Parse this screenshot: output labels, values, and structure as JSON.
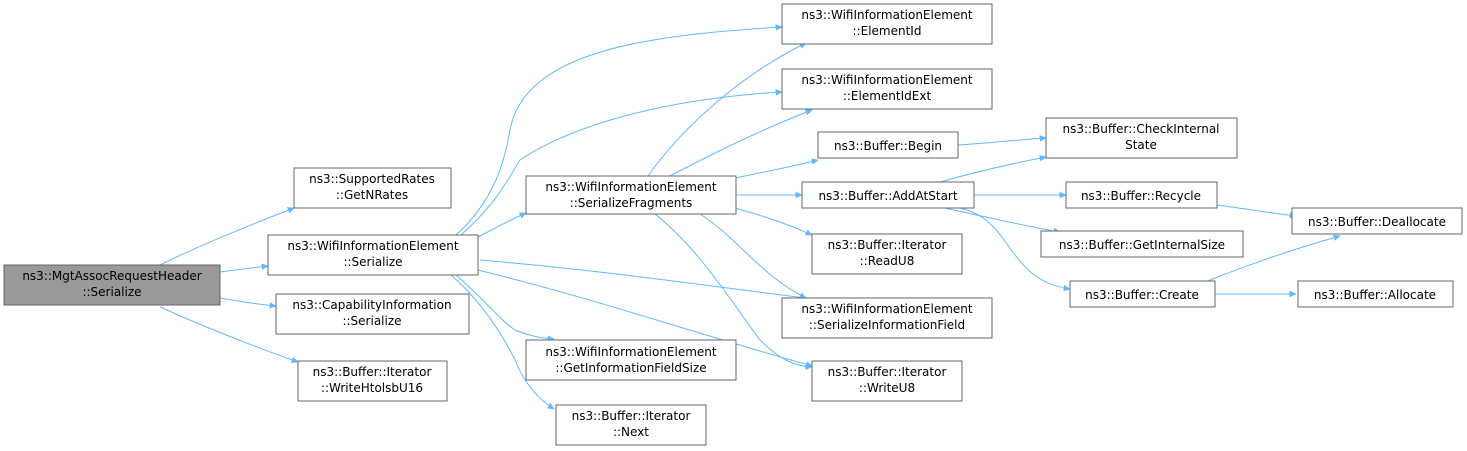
{
  "graph": {
    "nodes": {
      "root": {
        "line1": "ns3::MgtAssocRequestHeader",
        "line2": "::Serialize"
      },
      "getnrates": {
        "line1": "ns3::SupportedRates",
        "line2": "::GetNRates"
      },
      "wie_serialize": {
        "line1": "ns3::WifiInformationElement",
        "line2": "::Serialize"
      },
      "cap_serialize": {
        "line1": "ns3::CapabilityInformation",
        "line2": "::Serialize"
      },
      "write_htolsb": {
        "line1": "ns3::Buffer::Iterator",
        "line2": "::WriteHtolsbU16"
      },
      "serialize_frag": {
        "line1": "ns3::WifiInformationElement",
        "line2": "::SerializeFragments"
      },
      "get_info_size": {
        "line1": "ns3::WifiInformationElement",
        "line2": "::GetInformationFieldSize"
      },
      "next": {
        "line1": "ns3::Buffer::Iterator",
        "line2": "::Next"
      },
      "element_id": {
        "line1": "ns3::WifiInformationElement",
        "line2": "::ElementId"
      },
      "element_id_ext": {
        "line1": "ns3::WifiInformationElement",
        "line2": "::ElementIdExt"
      },
      "begin": {
        "line1": "ns3::Buffer::Begin",
        "line2": ""
      },
      "add_at_start": {
        "line1": "ns3::Buffer::AddAtStart",
        "line2": ""
      },
      "read_u8": {
        "line1": "ns3::Buffer::Iterator",
        "line2": "::ReadU8"
      },
      "serialize_info_field": {
        "line1": "ns3::WifiInformationElement",
        "line2": "::SerializeInformationField"
      },
      "write_u8": {
        "line1": "ns3::Buffer::Iterator",
        "line2": "::WriteU8"
      },
      "check_internal": {
        "line1": "ns3::Buffer::CheckInternal",
        "line2": "State"
      },
      "recycle": {
        "line1": "ns3::Buffer::Recycle",
        "line2": ""
      },
      "get_internal_size": {
        "line1": "ns3::Buffer::GetInternalSize",
        "line2": ""
      },
      "create": {
        "line1": "ns3::Buffer::Create",
        "line2": ""
      },
      "deallocate": {
        "line1": "ns3::Buffer::Deallocate",
        "line2": ""
      },
      "allocate": {
        "line1": "ns3::Buffer::Allocate",
        "line2": ""
      }
    },
    "colors": {
      "edge": "#63b8ff",
      "root_fill": "#999999",
      "node_border": "#666666"
    }
  }
}
